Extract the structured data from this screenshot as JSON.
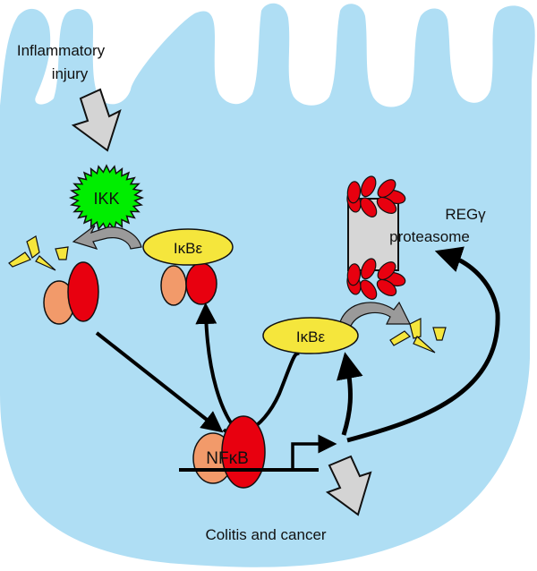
{
  "labels": {
    "stimulus": [
      "Inflammatory",
      "injury"
    ],
    "ikk": "IKK",
    "ikbe_top": "IκBε",
    "ikbe_mid": "IκBε",
    "nfkb": "NFκB",
    "proteasome": [
      "REGγ",
      "proteasome"
    ],
    "outcome": "Colitis and cancer"
  },
  "colors": {
    "cell": "#afdef4",
    "ikk": "#00ee00",
    "ikbe": "#f5e63c",
    "p50": "#f29a6a",
    "p65": "#e8000f",
    "fragment": "#f5e63c",
    "gray_arrow": "#d4d4d4",
    "dark_gray_arrow": "#9a9a9a",
    "proteasome_core": "#d6d6d6"
  }
}
